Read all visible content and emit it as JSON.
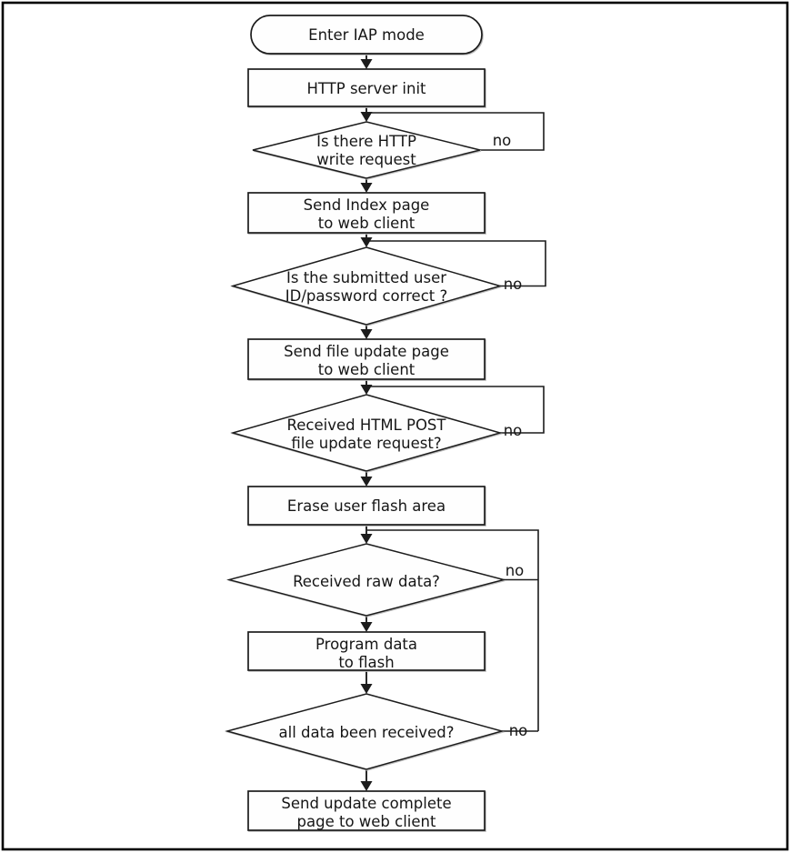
{
  "fc": {
    "nodes": {
      "start": {
        "shape": "terminator",
        "line1": "Enter IAP mode"
      },
      "server_init": {
        "shape": "process",
        "line1": "HTTP server init"
      },
      "d_write_request": {
        "shape": "decision",
        "line1": "Is there HTTP",
        "line2": "write request",
        "branch_label": "no"
      },
      "send_index": {
        "shape": "process",
        "line1": "Send Index page",
        "line2": "to web client"
      },
      "d_credentials": {
        "shape": "decision",
        "line1": "Is the submitted user",
        "line2": "ID/password correct ?",
        "branch_label": "no"
      },
      "send_update_page": {
        "shape": "process",
        "line1": "Send file update page",
        "line2": "to web client"
      },
      "d_post_request": {
        "shape": "decision",
        "line1": "Received HTML POST",
        "line2": "file update request?",
        "branch_label": "no"
      },
      "erase_flash": {
        "shape": "process",
        "line1": "Erase user flash area"
      },
      "d_raw_data": {
        "shape": "decision",
        "line1": "Received raw data?",
        "branch_label": "no"
      },
      "program_flash": {
        "shape": "process",
        "line1": "Program data",
        "line2": "to flash"
      },
      "d_all_received": {
        "shape": "decision",
        "line1": "all data been received?",
        "branch_label": "no"
      },
      "send_complete": {
        "shape": "process",
        "line1": "Send update complete",
        "line2": "page to web client"
      }
    },
    "colors": {
      "line": "#1c1c1c",
      "shape_fill": "#ffffff",
      "text": "#161616",
      "border": "#000000"
    }
  }
}
